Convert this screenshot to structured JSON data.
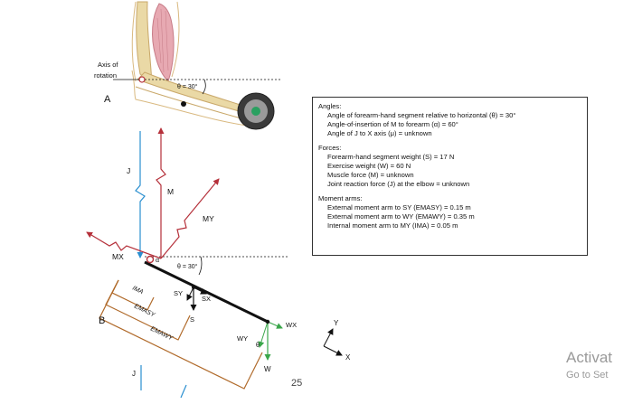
{
  "panel_a": {
    "label": "A",
    "axis_label_line1": "Axis of",
    "axis_label_line2": "rotation",
    "theta_label": "θ = 30°"
  },
  "panel_b": {
    "label": "B",
    "theta_label": "θ = 30°",
    "alpha": "α",
    "theta": "θ",
    "forces": {
      "j": "J",
      "m": "M",
      "my": "MY",
      "mx": "MX",
      "sy": "SY",
      "sx": "SX",
      "s": "S",
      "wx": "WX",
      "wy": "WY",
      "w": "W",
      "j_bottom": "J"
    },
    "arms": {
      "ima": "IMA",
      "ema_sy": "EMASY",
      "ema_wy": "EMAWY"
    },
    "axes": {
      "y": "Y",
      "x": "X"
    }
  },
  "info": {
    "angles": {
      "heading": "Angles:",
      "items": [
        "Angle of forearm-hand segment relative to horizontal (θ) = 30°",
        "Angle-of-insertion of M to forearm (α) = 60°",
        "Angle of J to X axis (μ) = unknown"
      ]
    },
    "forces": {
      "heading": "Forces:",
      "items": [
        "Forearm-hand segment weight (S) = 17 N",
        "Exercise weight (W) = 60 N",
        "Muscle force (M) = unknown",
        "Joint reaction force (J) at the elbow = unknown"
      ]
    },
    "moment_arms": {
      "heading": "Moment arms:",
      "items": [
        "External moment arm to SY (EMASY) = 0.15 m",
        "External moment arm to WY (EMAWY) = 0.35 m",
        "Internal moment arm to MY (IMA) = 0.05 m"
      ]
    }
  },
  "page_number": "25",
  "watermark": {
    "line1": "Activat",
    "line2": "Go to Set"
  },
  "colors": {
    "j_force": "#2a8fd0",
    "muscle_force": "#b5303a",
    "moment_arm": "#b06a2a",
    "weight_force": "#3aa64a",
    "bone": "#ead9a6",
    "muscle": "#e7a9b2"
  }
}
